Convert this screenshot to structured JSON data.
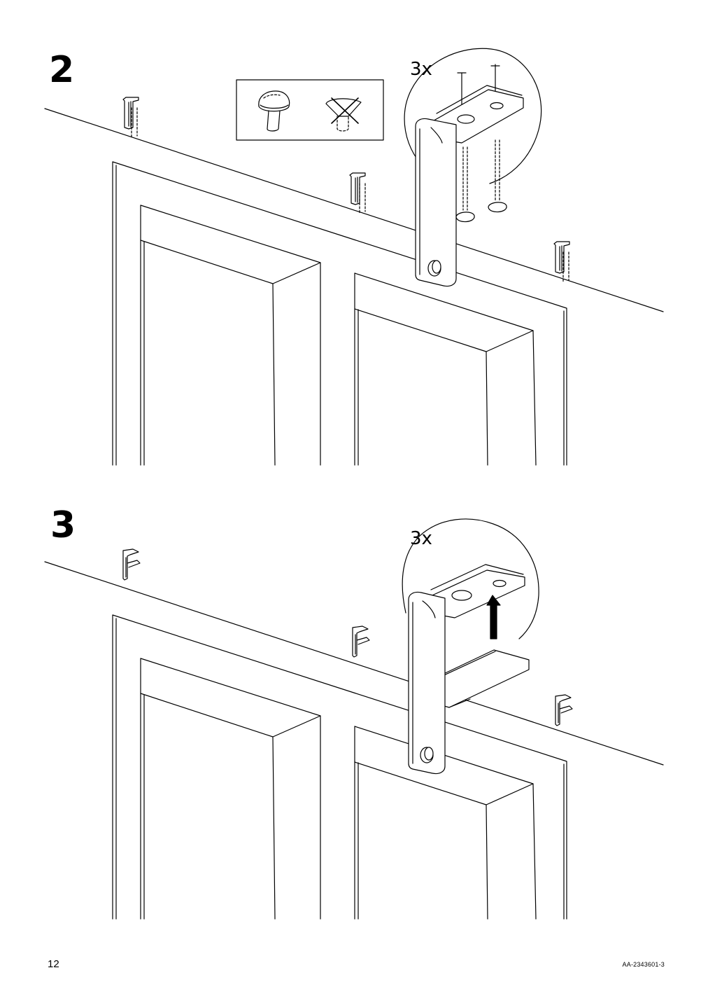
{
  "steps": [
    {
      "number": "2",
      "quantity": "3x"
    },
    {
      "number": "3",
      "quantity": "3x"
    }
  ],
  "footer": {
    "page_number": "12",
    "document_code": "AA-2343601-3"
  },
  "icons": [
    "wall-bracket-icon",
    "screw-icon",
    "pan-head-screw-icon",
    "countersunk-screw-icon",
    "cross-mark-icon",
    "up-arrow-icon",
    "rod-holder-icon"
  ]
}
